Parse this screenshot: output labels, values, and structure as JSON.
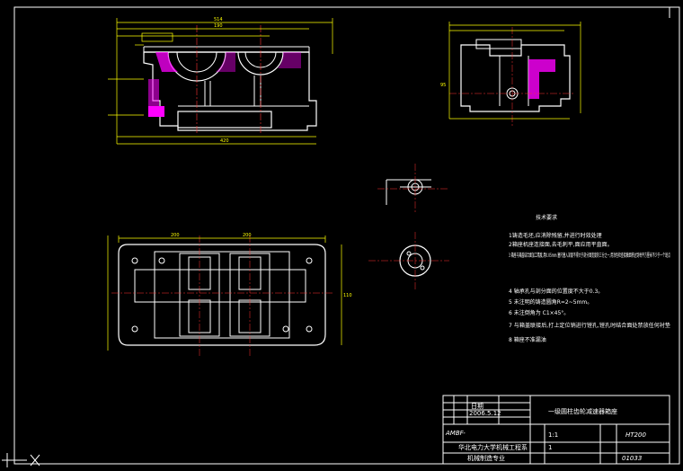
{
  "tech_requirements": {
    "title": "技术要求",
    "items": [
      "1铸造毛坯,应消除残留,并进行时效处理",
      "2箱座机座连接面,去毛刺平,面应用平直面。",
      "3 箱座与箱盖结合面加工精度,用0.05mm 塞尺塞入深度不得大于剖分面宽度的三分之一,用涂色检查接触面积达到每平方厘米不少于一个斑点",
      "4 轴承孔与剖分面的位置度不大于0.3。",
      "5 未注明的铸造圆角R=2~5mm。",
      "6 未注倒角为 C1×45°。",
      "7 与箱盖联接后,打上定位销进行镗孔,镗孔时结合面处禁放任何衬垫",
      "8 箱座不准漏油"
    ]
  },
  "title_block": {
    "title": "一级圆柱齿轮减速器箱座",
    "code_ambf": "AMBF-",
    "date_label": "日期",
    "date": "2006.5.12",
    "school": "华北电力大学机械工程系",
    "dept": "机械制造专业",
    "scale": "1:1",
    "quantity": "1",
    "material": "HT200",
    "drawing_no": "01033"
  },
  "dims": {
    "top_overall": "514",
    "top_overall2": "190",
    "plan_width": "420",
    "plan_sub": "110",
    "plan_left": "200",
    "plan_mid": "200",
    "side_height": "95"
  },
  "colors": {
    "background": "#000000",
    "outline": "#ffffff",
    "dimension": "#ffff00",
    "hatch": "#ff00ff",
    "centerline": "#ff3333"
  }
}
